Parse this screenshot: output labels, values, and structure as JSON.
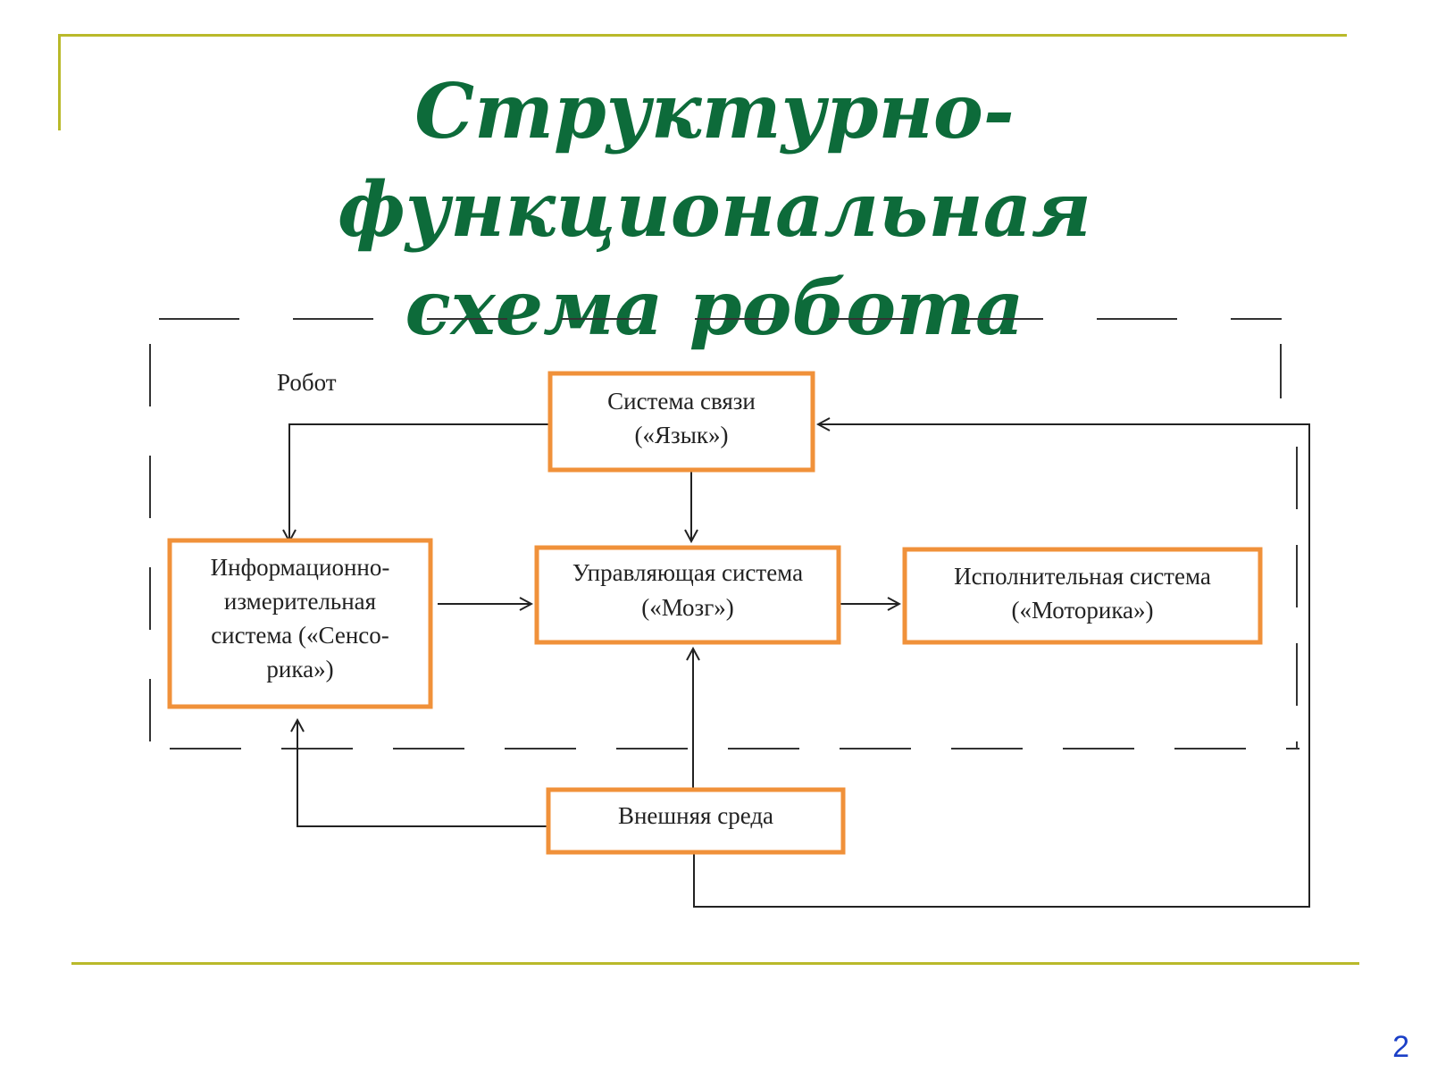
{
  "title": {
    "line1": "Структурно-функциональная",
    "line2": "схема робота"
  },
  "diagram": {
    "group_label": "Робот",
    "nodes": {
      "communication": {
        "line1": "Система связи",
        "line2": "(«Язык»)"
      },
      "sensorics": {
        "line1": "Информационно-",
        "line2": "измерительная",
        "line3": "система («Сенсо-",
        "line4": "рика»)"
      },
      "control": {
        "line1": "Управляющая система",
        "line2": "(«Мозг»)"
      },
      "executive": {
        "line1": "Исполнительная система",
        "line2": "(«Моторика»)"
      },
      "environment": {
        "line1": "Внешняя среда"
      }
    },
    "edges": [
      {
        "from": "communication",
        "to": "sensorics"
      },
      {
        "from": "communication",
        "to": "control"
      },
      {
        "from": "sensorics",
        "to": "control"
      },
      {
        "from": "control",
        "to": "executive"
      },
      {
        "from": "environment",
        "to": "control"
      },
      {
        "from": "environment",
        "to": "sensorics"
      },
      {
        "from": "environment",
        "to": "communication"
      }
    ]
  },
  "page_number": "2",
  "colors": {
    "title": "#0d6b3a",
    "box_border": "#f0913a",
    "rule": "#b9b92a",
    "page_number": "#1a3fc7"
  }
}
